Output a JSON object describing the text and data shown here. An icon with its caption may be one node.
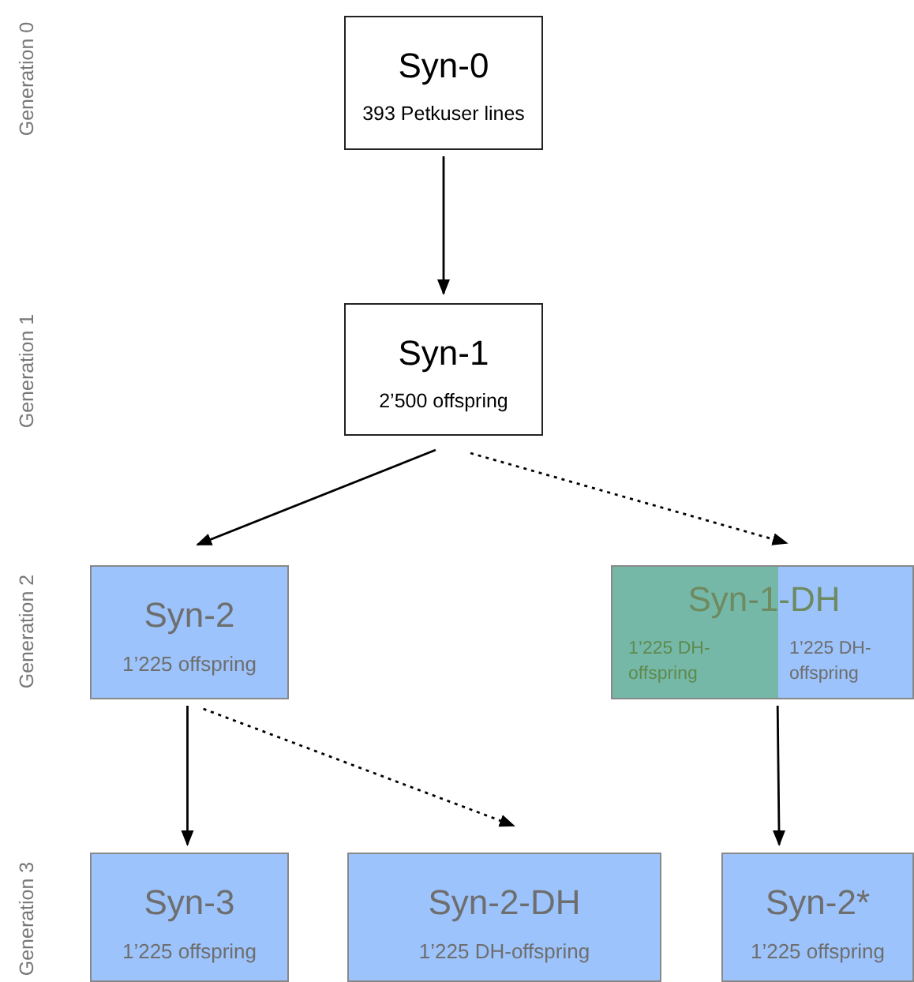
{
  "diagram": {
    "nodes": [
      {
        "text": [
          "Syn-0",
          "393 Petkuser lines"
        ]
      },
      {
        "text": [
          "Syn-1",
          "2’500 offspring"
        ]
      },
      {
        "text": [
          "Syn-2",
          "1’225 offspring"
        ]
      },
      {
        "text": [
          "Syn-1-DH",
          "1’225 DH-offspring",
          "1’225 DH-offspring"
        ]
      },
      {
        "text": [
          "Syn-3",
          "1’225 offspring"
        ]
      },
      {
        "text": [
          "Syn-2-DH",
          "1’225 DH-offspring"
        ]
      },
      {
        "text": [
          "Syn-2*",
          "1’225 offspring"
        ]
      }
    ],
    "edges": [
      {
        "from": 0,
        "to": 1,
        "arrow": "to"
      },
      {
        "from": 1,
        "to": 2,
        "arrow": "to"
      },
      {
        "from": 1,
        "to": 3,
        "arrow": "to",
        "style": "dashed"
      },
      {
        "from": 2,
        "to": 4,
        "arrow": "to"
      },
      {
        "from": 2,
        "to": 5,
        "arrow": "to",
        "style": "dashed"
      },
      {
        "from": 3,
        "to": 6,
        "arrow": "to"
      }
    ],
    "labels": [
      "Generation 0",
      "Generation 1",
      "Generation 2",
      "Generation 3"
    ]
  }
}
